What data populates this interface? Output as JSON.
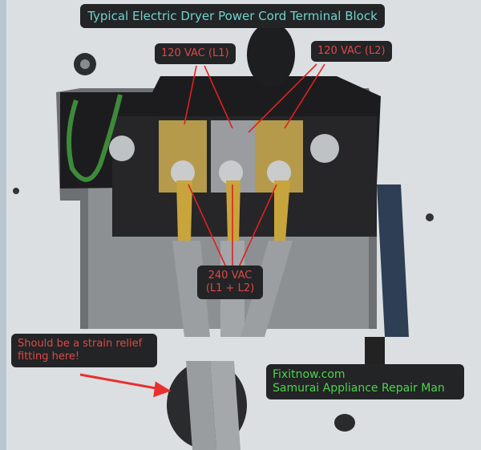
{
  "title": "Typical Electric Dryer Power Cord Terminal Block",
  "labels": {
    "l1": "120 VAC (L1)",
    "l2": "120 VAC (L2)",
    "l240_line1": "240 VAC",
    "l240_line2": "(L1 + L2)",
    "strain_line1": "Should be a strain relief",
    "strain_line2": "fitting here!",
    "credit_line1": "Fixitnow.com",
    "credit_line2": "Samurai Appliance Repair Man"
  },
  "colors": {
    "title_text": "#6fd3d0",
    "annotation_text": "#e04848",
    "credit_text": "#4fd24f",
    "label_bg": "#222425",
    "pointer_line": "#e02020"
  }
}
